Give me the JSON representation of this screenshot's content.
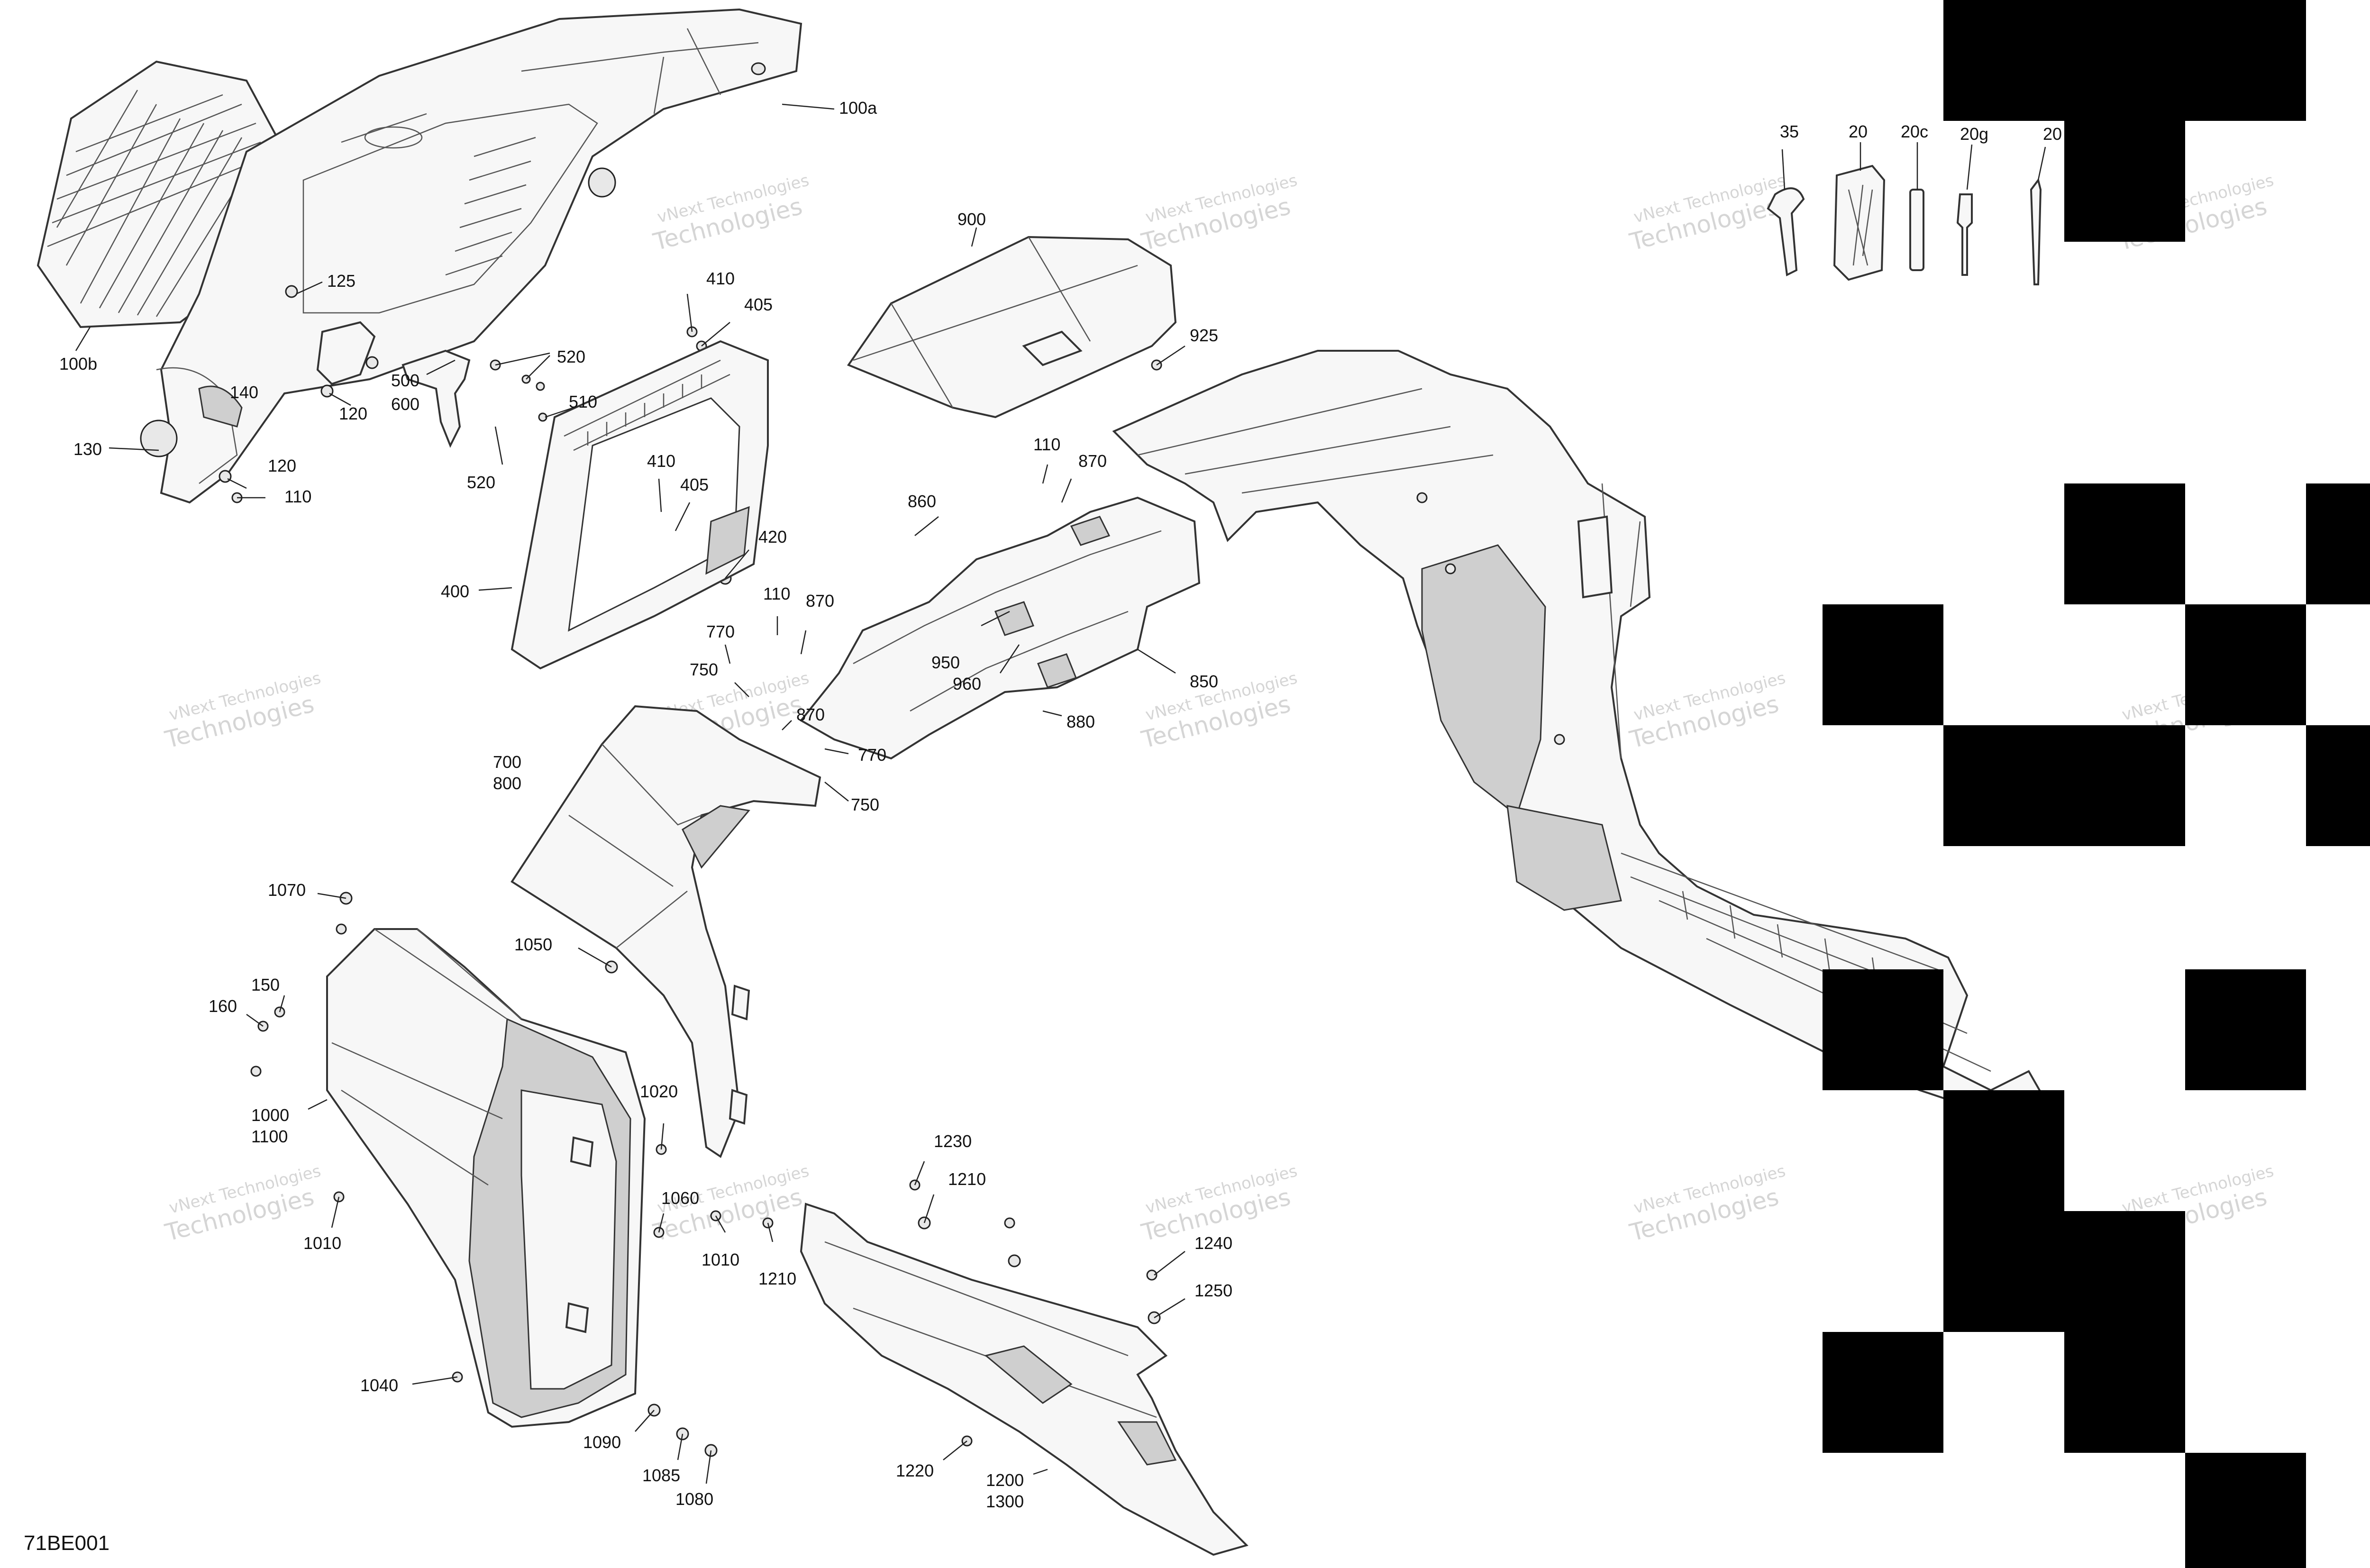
{
  "diagram_code": "71BE001",
  "watermark": {
    "line1": "vNext Technologies",
    "line2": "Technologies"
  },
  "callouts": {
    "c35": "35",
    "c20": "20",
    "c20c": "20c",
    "c20g": "20g",
    "c20r": "20",
    "c100a": "100a",
    "c100b": "100b",
    "c125": "125",
    "c120a": "120",
    "c120b": "120",
    "c130": "130",
    "c140": "140",
    "c110a": "110",
    "c520a": "520",
    "c520b": "520",
    "c500": "500",
    "c600": "600",
    "c510": "510",
    "c410a": "410",
    "c405a": "405",
    "c410b": "410",
    "c405b": "405",
    "c420": "420",
    "c400": "400",
    "c900": "900",
    "c925": "925",
    "c110b": "110",
    "c870a": "870",
    "c860": "860",
    "c110c": "110",
    "c870b": "870",
    "c770a": "770",
    "c750a": "750",
    "c950": "950",
    "c960": "960",
    "c850": "850",
    "c880": "880",
    "c870c": "870",
    "c770b": "770",
    "c750b": "750",
    "c700": "700",
    "c800": "800",
    "c1050": "1050",
    "c1070": "1070",
    "c150": "150",
    "c160": "160",
    "c1000": "1000",
    "c1100": "1100",
    "c1020": "1020",
    "c1010a": "1010",
    "c1060": "1060",
    "c1010b": "1010",
    "c1210a": "1210",
    "c1040": "1040",
    "c1090": "1090",
    "c1085": "1085",
    "c1080": "1080",
    "c1230": "1230",
    "c1210b": "1210",
    "c1240": "1240",
    "c1250": "1250",
    "c1220": "1220",
    "c1200": "1200",
    "c1300": "1300"
  }
}
